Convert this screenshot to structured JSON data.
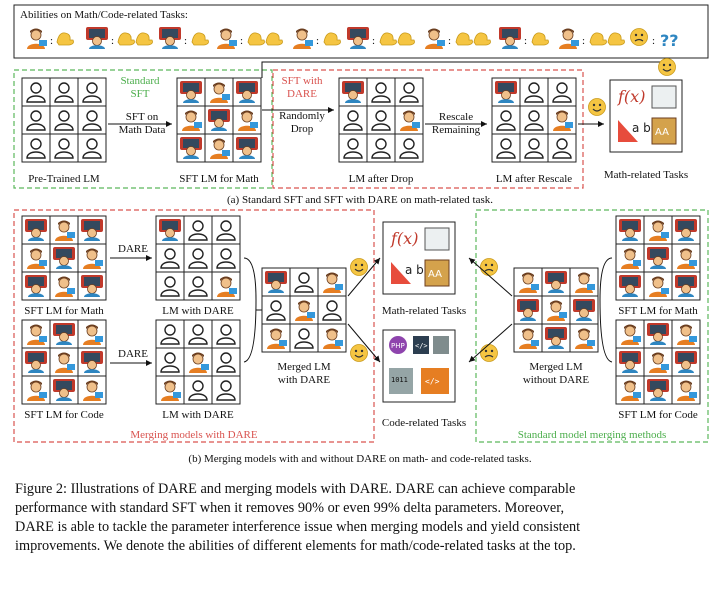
{
  "legend": {
    "title": "Abilities on Math/Code-related Tasks:",
    "separator": ":",
    "unknown_mark": "??"
  },
  "part_a": {
    "standard_sft_label": "Standard\nSFT",
    "sft_on_math_label": "SFT on\nMath Data",
    "sft_with_dare_label": "SFT with\nDARE",
    "randomly_drop_label": "Randomly\nDrop",
    "rescale_label": "Rescale\nRemaining",
    "pretrained_caption": "Pre-Trained LM",
    "sft_math_caption": "SFT LM for Math",
    "after_drop_caption": "LM after Drop",
    "after_rescale_caption": "LM after Rescale",
    "math_tasks_caption": "Math-related Tasks",
    "subcaption": "(a) Standard SFT and SFT with DARE on math-related task."
  },
  "part_b": {
    "sft_math_caption": "SFT LM for Math",
    "sft_code_caption": "SFT LM for Code",
    "dare_label": "DARE",
    "lm_dare_caption": "LM with DARE",
    "merged_dare_caption": "Merged LM\nwith DARE",
    "math_tasks_caption": "Math-related Tasks",
    "code_tasks_caption": "Code-related Tasks",
    "merged_no_dare_caption": "Merged LM\nwithout DARE",
    "merging_with_dare_label": "Merging models with DARE",
    "standard_merging_label": "Standard model merging methods",
    "subcaption": "(b) Merging models with and without DARE on math- and code-related tasks."
  },
  "colors": {
    "red_dash": "#d9534f",
    "green_dash": "#5cb85c",
    "red_text": "#d9534f",
    "green_text": "#4cae4c",
    "smiley": "#f5c542"
  },
  "caption": {
    "lines": [
      "Figure 2: Illustrations of DARE and merging models with DARE. DARE can achieve comparable",
      "performance with standard SFT when it removes 90% or even 99% delta parameters. Moreover,",
      "DARE is able to tackle the parameter interference issue when merging models and yield consistent",
      "improvements. We denote the abilities of different elements for math/code-related tasks at the top."
    ]
  }
}
